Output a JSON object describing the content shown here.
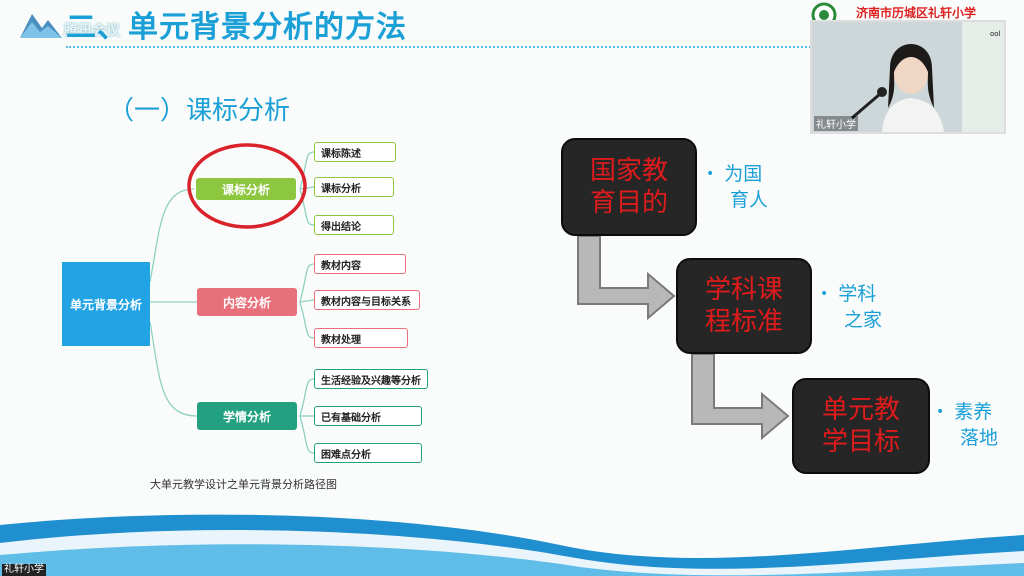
{
  "slide": {
    "title": "二、单元背景分析的方法",
    "subtitle": "（一）课标分析",
    "meeting_watermark": "腾讯会议",
    "school_name": "济南市历城区礼轩小学",
    "school_en": "ool"
  },
  "mindmap": {
    "root": "单元背景分析",
    "branches": [
      {
        "label": "课标分析",
        "color": "#8dc63f",
        "leaves": [
          "课标陈述",
          "课标分析",
          "得出结论"
        ]
      },
      {
        "label": "内容分析",
        "color": "#e8707a",
        "leaves": [
          "教材内容",
          "教材内容与目标关系",
          "教材处理"
        ]
      },
      {
        "label": "学情分析",
        "color": "#23a07f",
        "leaves": [
          "生活经验及兴趣等分析",
          "已有基础分析",
          "困难点分析"
        ]
      }
    ],
    "caption": "大单元教学设计之单元背景分析路径图"
  },
  "flow": {
    "steps": [
      {
        "line1": "国家教",
        "line2": "育目的",
        "bullet1": "为国",
        "bullet2": "育人"
      },
      {
        "line1": "学科课",
        "line2": "程标准",
        "bullet1": "学科",
        "bullet2": "之家"
      },
      {
        "line1": "单元教",
        "line2": "学目标",
        "bullet1": "素养",
        "bullet2": "落地"
      }
    ]
  },
  "webcam": {
    "label": "礼轩小学"
  },
  "bottom_label": "礼轩小学",
  "colors": {
    "title_blue": "#1a9fd6",
    "flow_red": "#e01b1b",
    "circle_red": "#d9222a"
  }
}
